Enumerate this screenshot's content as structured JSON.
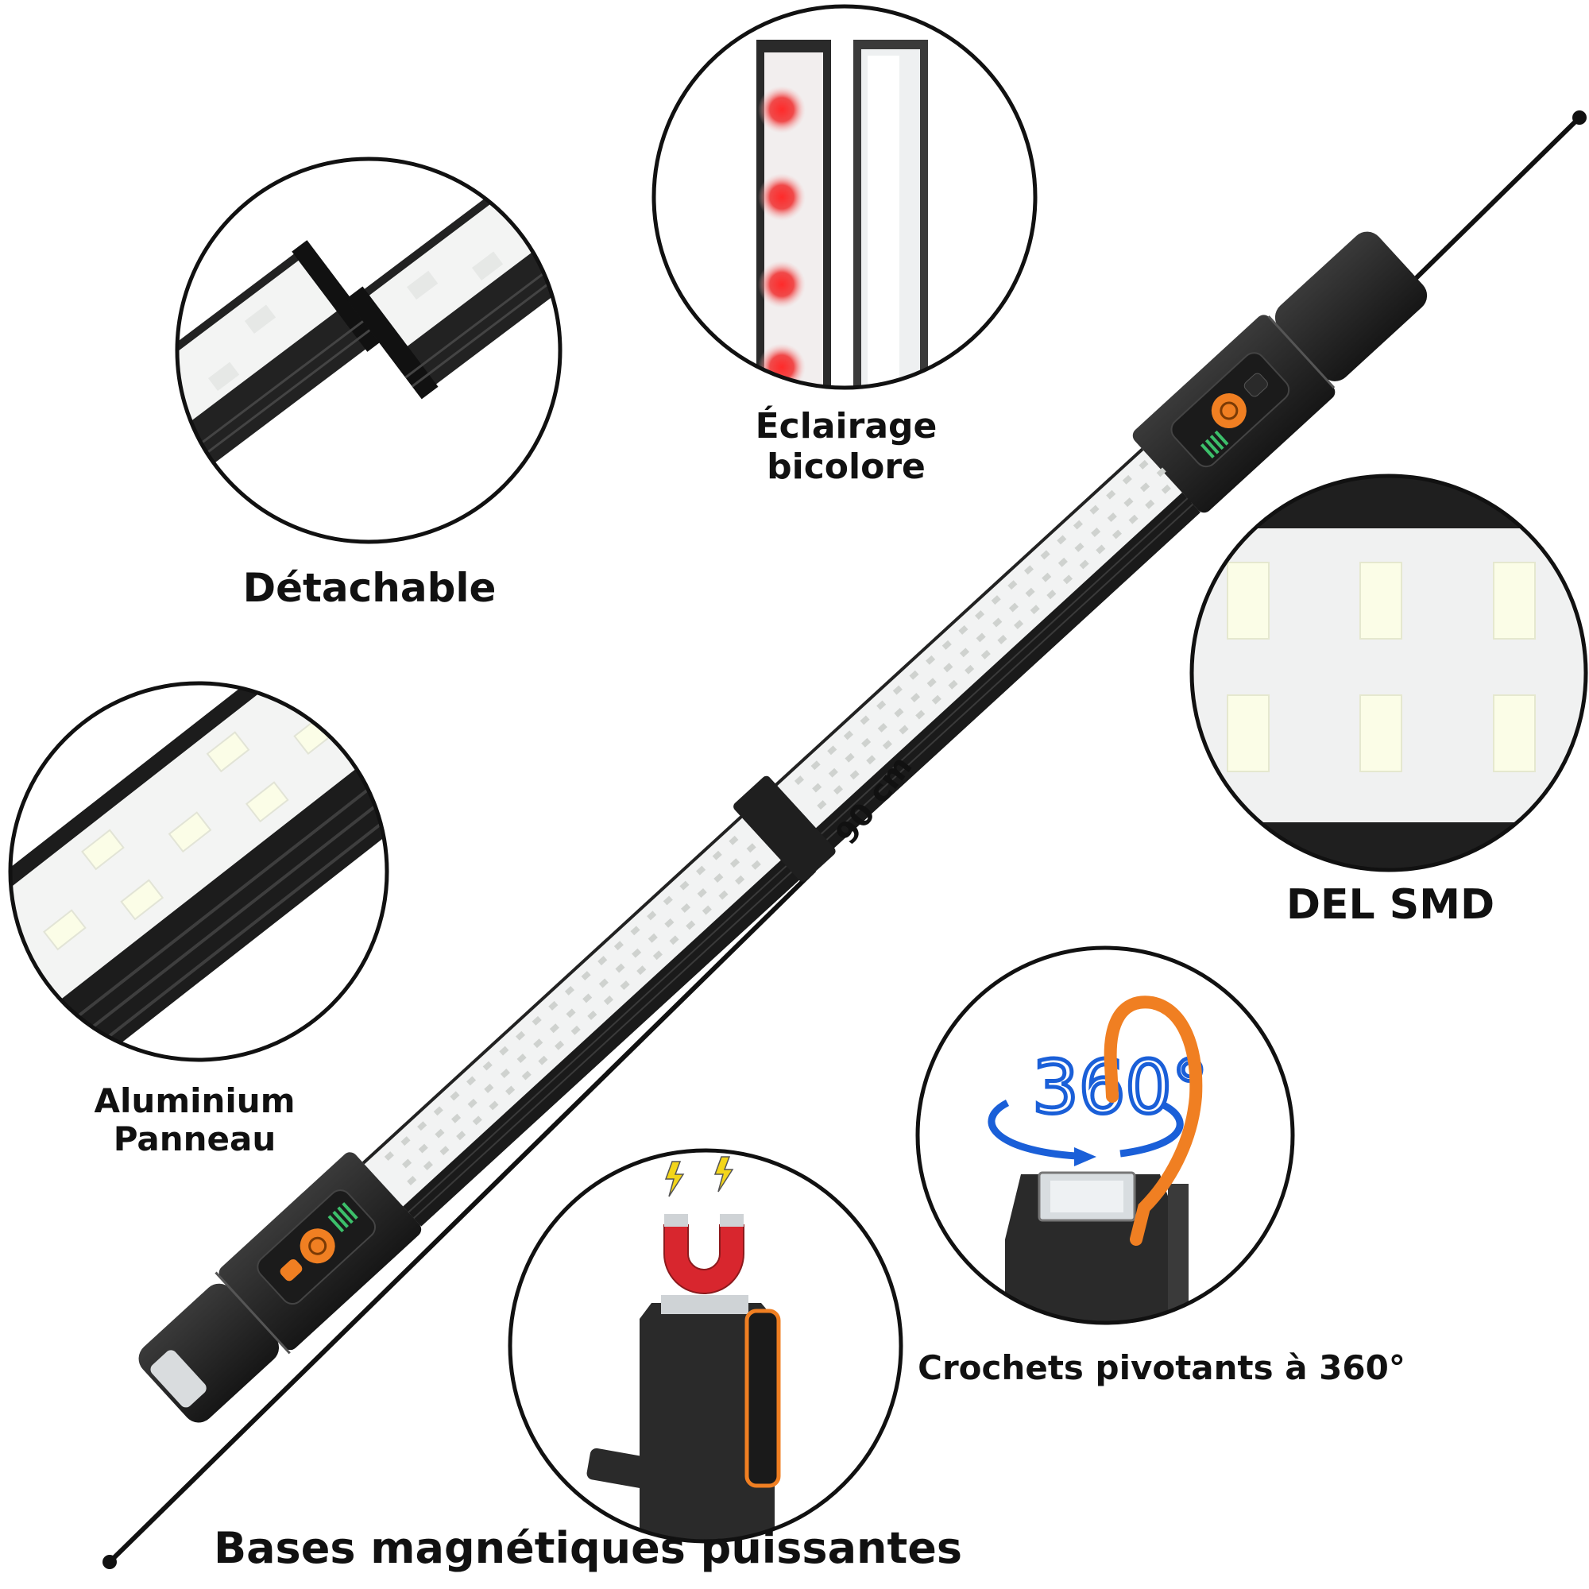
{
  "labels": {
    "detachable": "Détachable",
    "bicolor_line1": "Éclairage",
    "bicolor_line2": "bicolore",
    "smd": "DEL SMD",
    "aluminium_line1": "Aluminium",
    "aluminium_line2": "Panneau",
    "hooks": "Crochets pivotants à 360°",
    "magnetic": "Bases magnétiques puissantes",
    "length": "90 cm",
    "rotation": "360°"
  },
  "colors": {
    "body": "#2b2b2b",
    "panel": "#f2f3f3",
    "led": "#fbfde7",
    "accent_orange": "#f07f22",
    "red_led": "#e8262a",
    "rotation_blue": "#1a5fd8",
    "magnet_red": "#d8262e",
    "magnet_silver": "#cfd3d6"
  },
  "icons": {
    "lamp": "led-work-light-bar",
    "power": "power-button-icon",
    "battery": "battery-indicator-icon",
    "magnet": "magnet-icon",
    "lightning": "lightning-bolt-icon",
    "hook": "rotating-hook-icon",
    "rotation": "rotation-arrow-icon"
  }
}
